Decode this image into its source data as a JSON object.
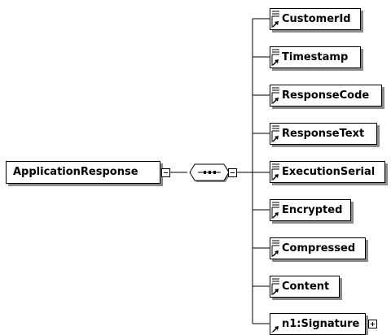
{
  "root": {
    "label": "ApplicationResponse"
  },
  "children": [
    {
      "label": "CustomerId"
    },
    {
      "label": "Timestamp"
    },
    {
      "label": "ResponseCode"
    },
    {
      "label": "ResponseText"
    },
    {
      "label": "ExecutionSerial"
    },
    {
      "label": "Encrypted"
    },
    {
      "label": "Compressed"
    },
    {
      "label": "Content"
    },
    {
      "label": "n1:Signature",
      "expandable": true
    }
  ],
  "colors": {
    "border": "#000000",
    "shadow": "#8a8a8a",
    "background": "#ffffff"
  },
  "icons": {
    "element": "element-ref-icon",
    "sequence": "sequence-icon",
    "collapse": "minus-icon",
    "expand": "plus-icon"
  }
}
